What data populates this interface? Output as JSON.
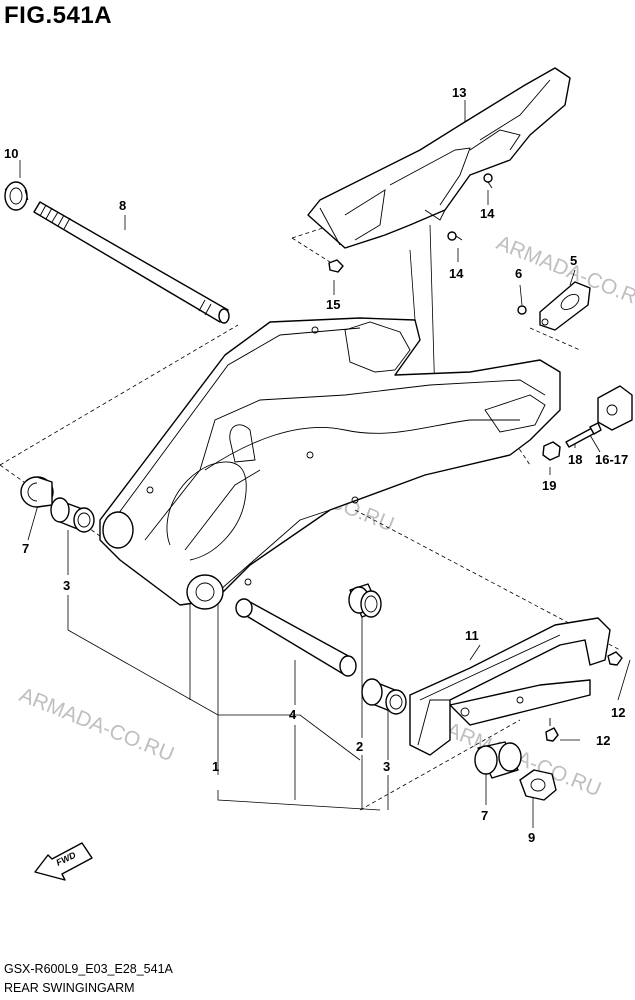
{
  "figure_title": "FIG.541A",
  "drawing_code": "GSX-R600L9_E03_E28_541A",
  "drawing_name": "REAR SWINGINGARM",
  "fwd_label": "FWD",
  "watermark": "ARMADA-CO.RU",
  "callouts": {
    "c1": "1",
    "c2": "2",
    "c3a": "3",
    "c3b": "3",
    "c4": "4",
    "c5": "5",
    "c6": "6",
    "c7a": "7",
    "c7b": "7",
    "c8": "8",
    "c9": "9",
    "c10": "10",
    "c11": "11",
    "c12a": "12",
    "c12b": "12",
    "c13": "13",
    "c14a": "14",
    "c14b": "14",
    "c15": "15",
    "c1617": "16-17",
    "c18": "18",
    "c19": "19"
  }
}
